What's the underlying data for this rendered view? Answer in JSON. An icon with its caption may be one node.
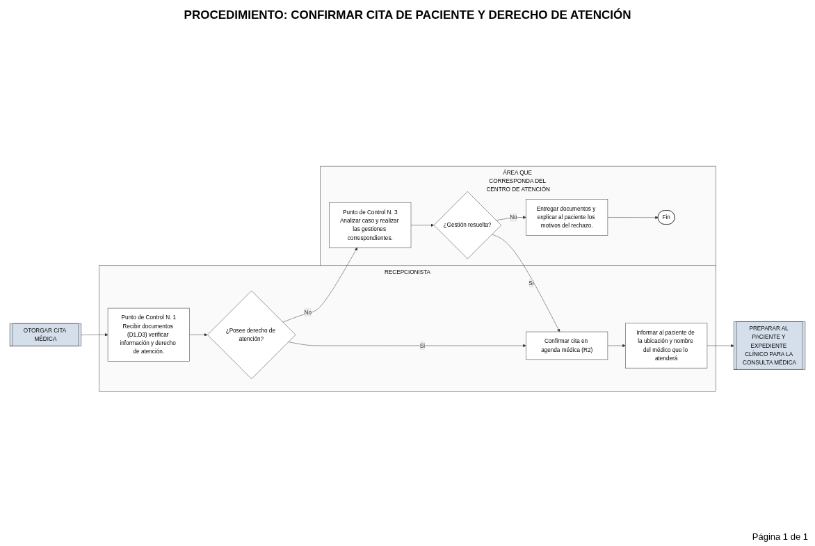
{
  "diagram": {
    "title": "PROCEDIMIENTO: CONFIRMAR CITA DE PACIENTE Y DERECHO DE ATENCIÓN",
    "nodes": [
      {
        "text": [
          "OTORGAR CITA MÉDICA"
        ]
      },
      {
        "text": [
          "PREPARAR AL PACIENTE Y EXPEDIENTE CLÍNICO PARA LA CONSULTA MÉDICA"
        ]
      },
      {
        "text": [
          "RECEPCIONISTA"
        ]
      },
      {
        "text": [
          "Punto de Control N. 1",
          "Recibir documentos (D1,D3) verificar información y derecho de atención."
        ],
        "in": 2
      },
      {
        "text": [
          "¿Posee derecho de atención?"
        ],
        "in": 2
      },
      {
        "text": [
          "Confirmar cita en agenda médica (R2)"
        ],
        "in": 2
      },
      {
        "text": [
          "Informar al paciente de la ubicación y nombre del médico que lo atenderá"
        ],
        "in": 2
      },
      {
        "text": [
          "ÁREA QUE CORRESPONDA DEL CENTRO DE ATENCIÓN"
        ]
      },
      {
        "text": [
          "Punto de Control N. 3",
          "Analizar caso y realizar las gestiones correspondientes."
        ],
        "in": 7
      },
      {
        "text": [
          "¿Gestión resuelta?"
        ],
        "in": 7
      },
      {
        "text": [
          "Entregar documentos y explicar al paciente los motivos del rechazo."
        ],
        "in": 7
      },
      {
        "text": [
          "Fin"
        ],
        "in": 7
      }
    ],
    "edges": [
      {
        "from": 0,
        "to": 3,
        "arrow": "to"
      },
      {
        "from": 3,
        "to": 4,
        "arrow": "to"
      },
      {
        "from": 4,
        "to": 5,
        "arrow": "to",
        "label": "Si"
      },
      {
        "from": 4,
        "to": 8,
        "arrow": "to",
        "label": "No"
      },
      {
        "from": 5,
        "to": 6,
        "arrow": "to"
      },
      {
        "from": 6,
        "to": 1,
        "arrow": "to"
      },
      {
        "from": 8,
        "to": 9,
        "arrow": "to"
      },
      {
        "from": 9,
        "to": 5,
        "arrow": "to",
        "label": "Si"
      },
      {
        "from": 9,
        "to": 10,
        "arrow": "to",
        "label": "No"
      },
      {
        "from": 10,
        "to": 11,
        "arrow": "to"
      }
    ],
    "labels": [
      "Página 1 de 1"
    ]
  }
}
